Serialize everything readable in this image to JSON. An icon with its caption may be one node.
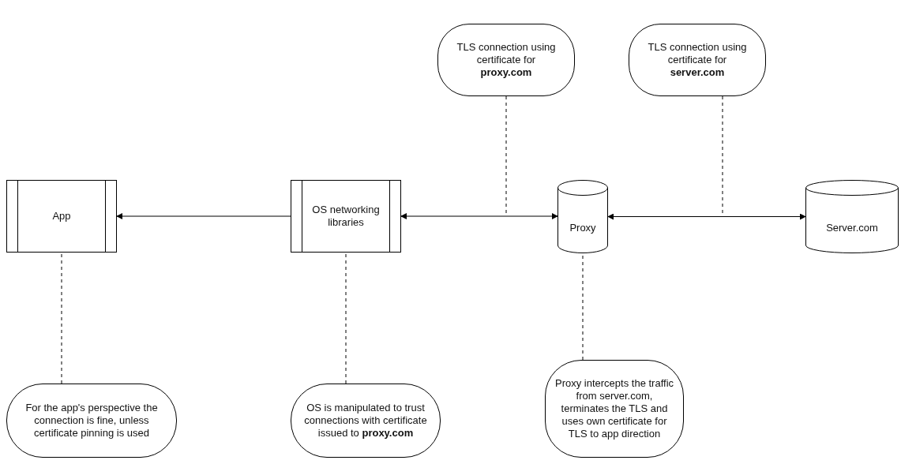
{
  "diagram": {
    "nodes": [
      {
        "text": [
          "TLS connection using certificate for **proxy.com**"
        ]
      },
      {
        "text": [
          "TLS connection using certificate for **server.com**"
        ]
      },
      {
        "text": [
          "App"
        ]
      },
      {
        "text": [
          "OS networking libraries"
        ]
      },
      {
        "text": [
          "Proxy"
        ]
      },
      {
        "text": [
          "Server.com"
        ]
      },
      {
        "text": [
          "For the app's perspective the connection is fine, unless certificate pinning is used"
        ]
      },
      {
        "text": [
          "OS is manipulated to trust connections with certificate issued to **proxy.com**"
        ]
      },
      {
        "text": [
          "Proxy intercepts the traffic from server.com, terminates the TLS and uses own certificate for TLS to app direction"
        ]
      }
    ],
    "edges": [
      {
        "from": 3,
        "to": 2,
        "arrow": "to"
      },
      {
        "from": 3,
        "to": 4,
        "arrow": "both"
      },
      {
        "from": 4,
        "to": 5,
        "arrow": "both"
      },
      {
        "from": 0,
        "to": null,
        "arrow": "none",
        "style": "dashed"
      },
      {
        "from": 1,
        "to": null,
        "arrow": "none",
        "style": "dashed"
      },
      {
        "from": 6,
        "to": 2,
        "arrow": "none",
        "style": "dashed"
      },
      {
        "from": 7,
        "to": 3,
        "arrow": "none",
        "style": "dashed"
      },
      {
        "from": 8,
        "to": 4,
        "arrow": "none",
        "style": "dashed"
      }
    ]
  }
}
